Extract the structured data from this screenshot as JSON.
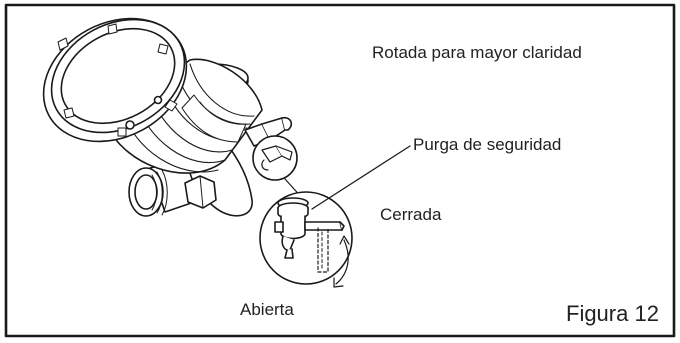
{
  "labels": {
    "rotated_note": "Rotada para mayor claridad",
    "safety_purge": "Purga de seguridad",
    "closed": "Cerrada",
    "open": "Abierta"
  },
  "figure_caption": "Figura 12",
  "colors": {
    "stroke": "#1a1a1a",
    "background": "#ffffff",
    "text": "#222222"
  }
}
